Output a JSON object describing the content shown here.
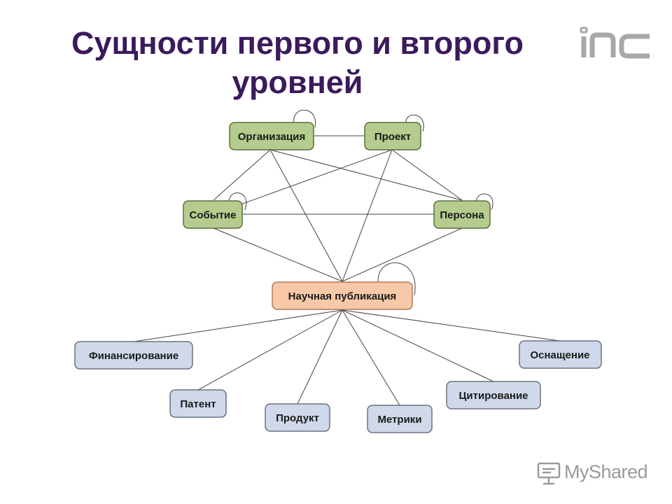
{
  "slide": {
    "title_line1": "Сущности первого и второго",
    "title_line2": "уровней"
  },
  "colors": {
    "title": "#3b1a5c",
    "level1_fill": "#b5cc8e",
    "level1_stroke": "#5a6e3c",
    "central_fill": "#f7c9a8",
    "central_stroke": "#b07a55",
    "level2_fill": "#cfd9ea",
    "level2_stroke": "#6b7380",
    "edge": "#444444"
  },
  "logo": {
    "icon": "inc-logo-icon",
    "text": "inc"
  },
  "watermark": {
    "icon": "presentation-board-icon",
    "text": "MyShared"
  },
  "diagram": {
    "level1": {
      "org": "Организация",
      "project": "Проект",
      "event": "Событие",
      "person": "Персона"
    },
    "central": "Научная публикация",
    "level2": {
      "funding": "Финансирование",
      "patent": "Патент",
      "product": "Продукт",
      "metrics": "Метрики",
      "citation": "Цитирование",
      "equipment": "Оснащение"
    }
  }
}
